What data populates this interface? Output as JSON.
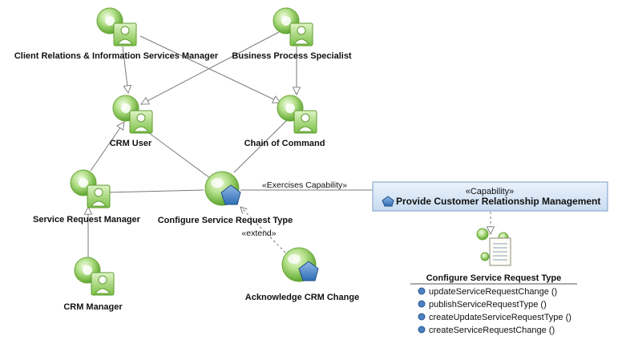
{
  "actors": {
    "client_relations": "Client Relations & Information Services Manager",
    "business_process": "Business Process Specialist",
    "crm_user": "CRM User",
    "chain_of_command": "Chain of Command",
    "service_request_manager": "Service Request Manager",
    "crm_manager": "CRM Manager"
  },
  "usecases": {
    "configure": "Configure Service Request Type",
    "acknowledge": "Acknowledge CRM Change"
  },
  "relations": {
    "exercises": "«Exercises Capability»",
    "extend": "«extend»"
  },
  "capability": {
    "stereotype": "«Capability»",
    "title": "Provide Customer Relationship Management"
  },
  "interface_box": {
    "title": "Configure Service Request Type",
    "operations": [
      "updateServiceRequestChange ()",
      "publishServiceRequestType ()",
      "createUpdateServiceRequestType ()",
      "createServiceRequestChange ()"
    ]
  },
  "colors": {
    "actor_green": "#8ccc5c",
    "capability_fill": "#d6e6f7",
    "capability_border": "#7a9cc4",
    "pentagon": "#4f86c6",
    "line": "#7a7a7a"
  }
}
